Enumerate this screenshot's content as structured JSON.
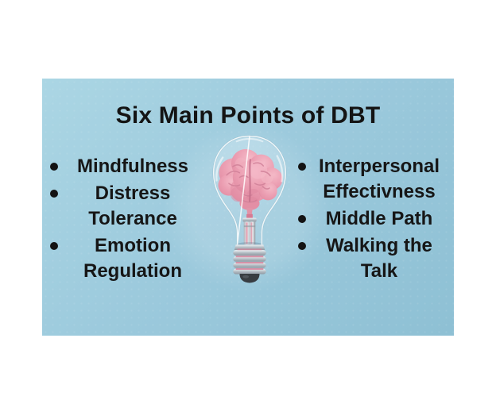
{
  "image_card": {
    "title": "Six Main Points of DBT",
    "left_list": {
      "items": [
        {
          "label": "Mindfulness"
        },
        {
          "label": "Distress Tolerance"
        },
        {
          "label": "Emotion Regulation"
        }
      ]
    },
    "right_list": {
      "items": [
        {
          "label": "Interpersonal Effectivness"
        },
        {
          "label": "Middle Path"
        },
        {
          "label": "Walking the Talk"
        }
      ]
    },
    "center_image": {
      "name": "lightbulb-brain",
      "description": "Transparent glass light bulb with a pink brain inside, metal screw base"
    },
    "colors": {
      "page_background": "#FFFFFF",
      "card_background": "#9BC9DC",
      "text": "#141414",
      "brain_pink": "#EB9DB1",
      "base_metal": "#B5BEC5",
      "base_tip": "#383D42"
    }
  }
}
